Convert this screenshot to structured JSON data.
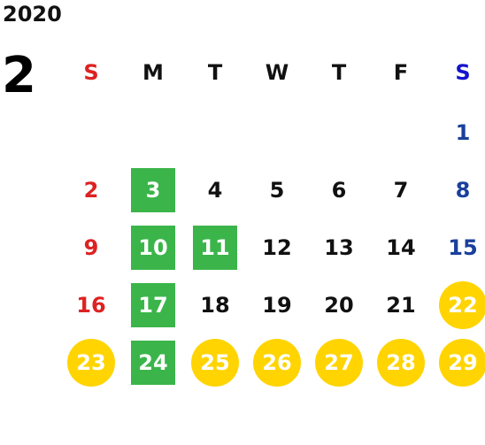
{
  "header": {
    "year": "2020",
    "month": "2"
  },
  "weekdays": [
    "S",
    "M",
    "T",
    "W",
    "T",
    "F",
    "S"
  ],
  "weeks": [
    [
      "",
      "",
      "",
      "",
      "",
      "",
      "1"
    ],
    [
      "2",
      "3",
      "4",
      "5",
      "6",
      "7",
      "8"
    ],
    [
      "9",
      "10",
      "11",
      "12",
      "13",
      "14",
      "15"
    ],
    [
      "16",
      "17",
      "18",
      "19",
      "20",
      "21",
      "22"
    ],
    [
      "23",
      "24",
      "25",
      "26",
      "27",
      "28",
      "29"
    ]
  ],
  "colors": {
    "sunday": "#dd2222",
    "saturday": "#1a3f9c",
    "weekday": "#111111",
    "saturday_header": "#1414cc",
    "green_highlight": "#3bb54a",
    "yellow_highlight": "#ffd400"
  },
  "highlights": {
    "green_square": [
      "3",
      "10",
      "11",
      "17",
      "24"
    ],
    "yellow_circle": [
      "22",
      "23",
      "25",
      "26",
      "27",
      "28",
      "29"
    ]
  }
}
